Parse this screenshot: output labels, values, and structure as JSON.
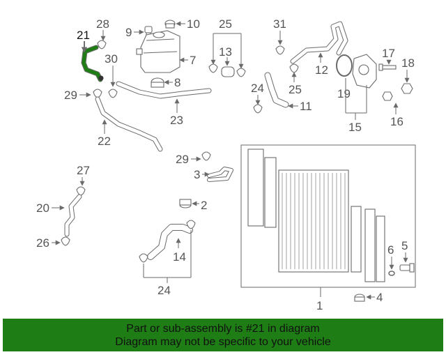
{
  "banner": {
    "line1": "Part or sub-assembly is #21 in diagram",
    "line2": "Diagram may not be specific to your vehicle"
  },
  "highlight": {
    "part": "21",
    "color": "#1e7d14"
  },
  "callouts": {
    "n1": "1",
    "n2": "2",
    "n3": "3",
    "n4": "4",
    "n5": "5",
    "n6": "6",
    "n7": "7",
    "n8": "8",
    "n9": "9",
    "n10": "10",
    "n11": "11",
    "n12": "12",
    "n13": "13",
    "n14": "14",
    "n15": "15",
    "n16": "16",
    "n17": "17",
    "n18": "18",
    "n19": "19",
    "n20": "20",
    "n21": "21",
    "n22": "22",
    "n23": "23",
    "n24a": "24",
    "n24b": "24",
    "n25a": "25",
    "n25b": "25",
    "n26": "26",
    "n27": "27",
    "n28": "28",
    "n29a": "29",
    "n29b": "29",
    "n30": "30",
    "n31": "31"
  }
}
